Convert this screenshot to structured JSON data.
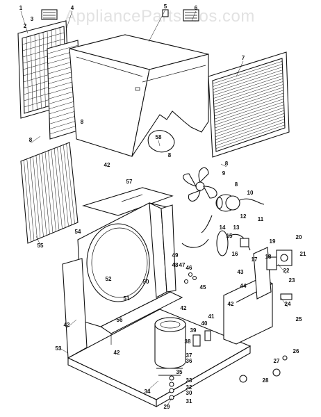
{
  "watermark": "AppliancePartsPros.com",
  "part_labels": [
    "1",
    "2",
    "3",
    "4",
    "5",
    "6",
    "7",
    "8",
    "8",
    "8",
    "58",
    "42",
    "57",
    "8",
    "9",
    "10",
    "11",
    "12",
    "13",
    "14",
    "15",
    "16",
    "17",
    "18",
    "19",
    "20",
    "21",
    "22",
    "23",
    "24",
    "25",
    "26",
    "27",
    "28",
    "29",
    "30",
    "31",
    "32",
    "33",
    "34",
    "35",
    "36",
    "37",
    "38",
    "39",
    "40",
    "41",
    "42",
    "42",
    "42",
    "42",
    "43",
    "44",
    "45",
    "46",
    "47",
    "48",
    "49",
    "50",
    "51",
    "52",
    "53",
    "54",
    "55",
    "56",
    "8",
    "8"
  ]
}
